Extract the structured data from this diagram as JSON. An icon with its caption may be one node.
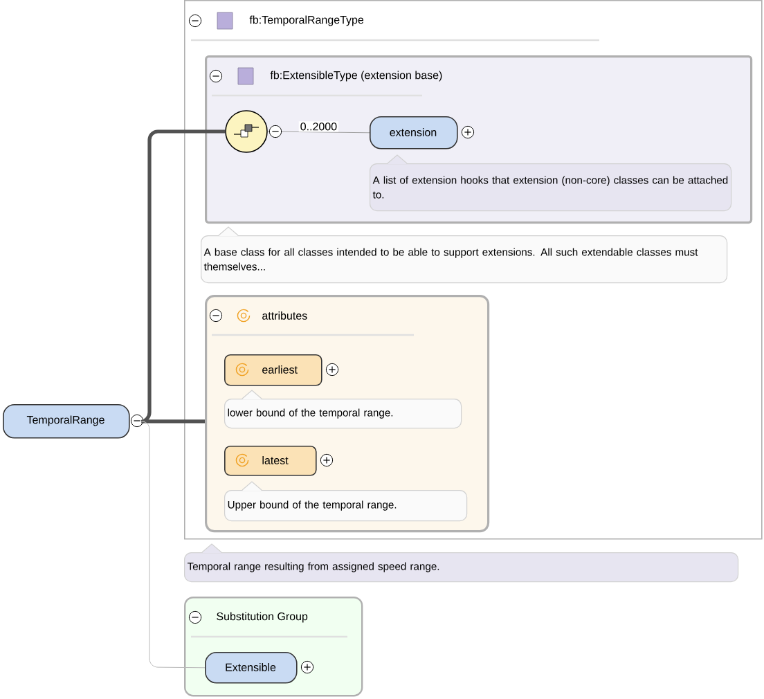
{
  "diagram": {
    "nodes": [
      {
        "text": [
          "TemporalRange"
        ]
      },
      {
        "text": [
          "fb:TemporalRangeType"
        ],
        "beside": [
          "Temporal range resulting from assigned speed range."
        ]
      },
      {
        "text": [
          "fb:ExtensibleType (extension base)"
        ],
        "in": 1,
        "beside": [
          "A base class for all classes intended to be able to support extensions. All such extendable classes must themselves..."
        ]
      },
      {
        "text": [],
        "shape": "circle",
        "in": 2
      },
      {
        "text": [
          "extension"
        ],
        "in": 2,
        "beside": [
          "A list of extension hooks that extension (non-core) classes can be attached to."
        ]
      },
      {
        "text": [
          "attributes"
        ],
        "in": 1
      },
      {
        "text": [
          "earliest"
        ],
        "in": 5,
        "beside": [
          "lower bound of the temporal range."
        ]
      },
      {
        "text": [
          "latest"
        ],
        "in": 5,
        "beside": [
          "Upper bound of the temporal range."
        ]
      },
      {
        "text": [
          "Substitution Group"
        ]
      },
      {
        "text": [
          "Extensible"
        ],
        "in": 8
      }
    ],
    "edges": [
      {
        "from": 0,
        "to": 3,
        "arrow": "none",
        "style": "thick"
      },
      {
        "from": 0,
        "to": 5,
        "arrow": "none",
        "style": "thick"
      },
      {
        "from": 3,
        "to": 4,
        "arrow": "none",
        "label": "0..2000",
        "color": "#a0a0a0"
      },
      {
        "from": 0,
        "to": 9,
        "arrow": "none",
        "color": "#b8b8b8"
      }
    ]
  }
}
